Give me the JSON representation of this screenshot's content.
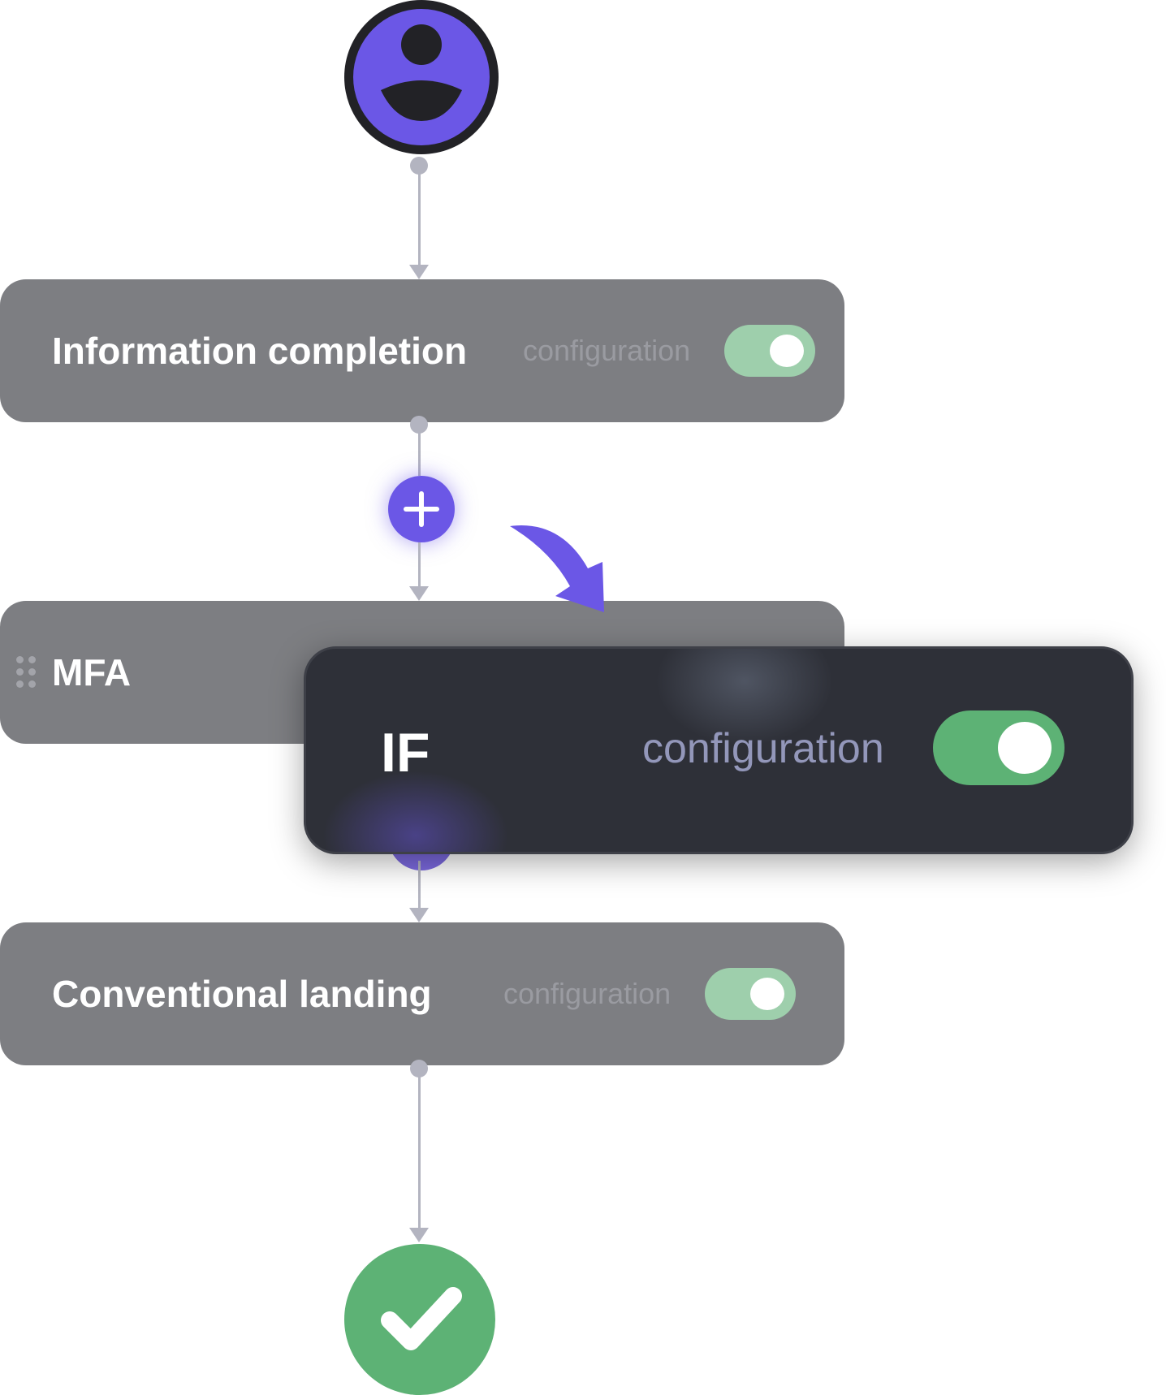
{
  "flow": {
    "steps": [
      {
        "title": "Information completion",
        "config_label": "configuration",
        "enabled": true
      },
      {
        "title": "MFA",
        "config_label": "",
        "enabled": true
      },
      {
        "title": "Conventional landing",
        "config_label": "configuration",
        "enabled": true
      }
    ],
    "dragged_step": {
      "title": "IF",
      "config_label": "configuration",
      "enabled": true
    }
  },
  "icons": {
    "start": "user-icon",
    "add": "plus-icon",
    "drop_hint": "curved-arrow-icon",
    "drag": "drag-handle-icon",
    "end": "check-icon"
  },
  "colors": {
    "accent": "#6b57e6",
    "card": "#7d7e82",
    "dragged_card": "#2e3038",
    "toggle_on": "#5db275",
    "toggle_on_dim": "#9ecfac",
    "connector": "#b3b4c0"
  }
}
